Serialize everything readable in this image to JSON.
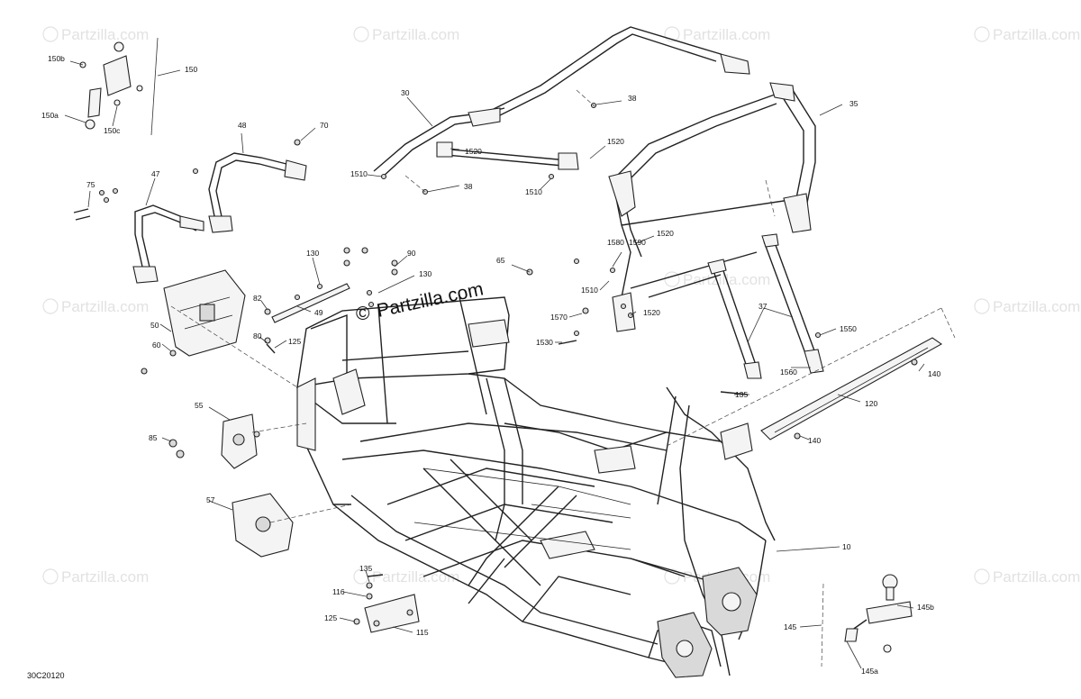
{
  "watermark": {
    "text": "Partzilla.com",
    "symbol": "©",
    "center_text": "Partzilla.com"
  },
  "diagram_code": "30C20120",
  "callouts": [
    {
      "id": "150b",
      "text": "150b"
    },
    {
      "id": "150",
      "text": "150"
    },
    {
      "id": "150a",
      "text": "150a"
    },
    {
      "id": "150c",
      "text": "150c"
    },
    {
      "id": "48",
      "text": "48"
    },
    {
      "id": "70",
      "text": "70"
    },
    {
      "id": "47",
      "text": "47"
    },
    {
      "id": "75",
      "text": "75"
    },
    {
      "id": "30",
      "text": "30"
    },
    {
      "id": "1520a",
      "text": "1520"
    },
    {
      "id": "1520b",
      "text": "1520"
    },
    {
      "id": "1510a",
      "text": "1510"
    },
    {
      "id": "1510b",
      "text": "1510"
    },
    {
      "id": "38a",
      "text": "38"
    },
    {
      "id": "38b",
      "text": "38"
    },
    {
      "id": "35",
      "text": "35"
    },
    {
      "id": "1520c",
      "text": "1520"
    },
    {
      "id": "1580",
      "text": "1580"
    },
    {
      "id": "1590",
      "text": "1590"
    },
    {
      "id": "1510c",
      "text": "1510"
    },
    {
      "id": "1570",
      "text": "1570"
    },
    {
      "id": "1520d",
      "text": "1520"
    },
    {
      "id": "1530",
      "text": "1530"
    },
    {
      "id": "130a",
      "text": "130"
    },
    {
      "id": "90",
      "text": "90"
    },
    {
      "id": "130b",
      "text": "130"
    },
    {
      "id": "65",
      "text": "65"
    },
    {
      "id": "82",
      "text": "82"
    },
    {
      "id": "49",
      "text": "49"
    },
    {
      "id": "80",
      "text": "80"
    },
    {
      "id": "125a",
      "text": "125"
    },
    {
      "id": "50",
      "text": "50"
    },
    {
      "id": "60",
      "text": "60"
    },
    {
      "id": "37",
      "text": "37"
    },
    {
      "id": "1550",
      "text": "1550"
    },
    {
      "id": "1560",
      "text": "1560"
    },
    {
      "id": "140a",
      "text": "140"
    },
    {
      "id": "135a",
      "text": "135"
    },
    {
      "id": "120",
      "text": "120"
    },
    {
      "id": "140b",
      "text": "140"
    },
    {
      "id": "55",
      "text": "55"
    },
    {
      "id": "85",
      "text": "85"
    },
    {
      "id": "57",
      "text": "57"
    },
    {
      "id": "10",
      "text": "10"
    },
    {
      "id": "135b",
      "text": "135"
    },
    {
      "id": "116",
      "text": "116"
    },
    {
      "id": "125b",
      "text": "125"
    },
    {
      "id": "115",
      "text": "115"
    },
    {
      "id": "145",
      "text": "145"
    },
    {
      "id": "145b",
      "text": "145b"
    },
    {
      "id": "145a",
      "text": "145a"
    }
  ]
}
